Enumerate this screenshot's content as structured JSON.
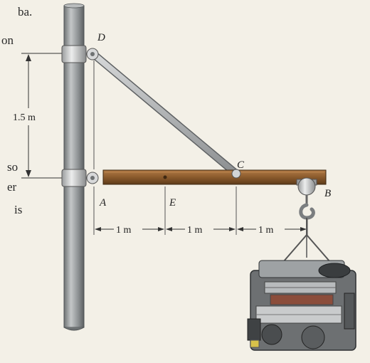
{
  "side_text": {
    "line1": "ba.",
    "line2": "on",
    "line3": "so",
    "line4": "er",
    "line5": "is"
  },
  "points": {
    "D": "D",
    "C": "C",
    "A": "A",
    "E": "E",
    "B": "B"
  },
  "dimensions": {
    "vertical": "1.5 m",
    "seg_AE": "1 m",
    "seg_EC": "1 m",
    "seg_CB": "1 m"
  },
  "colors": {
    "pole": "#8f9395",
    "beam": "#8a5a2c",
    "strut": "#a9acae",
    "background": "#f3f0e7"
  }
}
